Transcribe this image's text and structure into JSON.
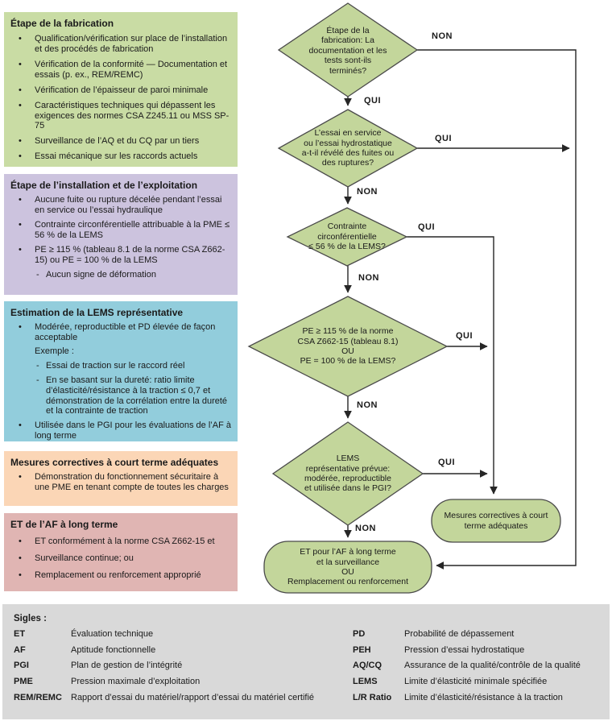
{
  "glyphs": {
    "bullet": "•",
    "dash": "-"
  },
  "colors": {
    "panel_green": "#C9DCA4",
    "panel_purple": "#CCC3DE",
    "panel_blue": "#92CDDC",
    "panel_orange": "#FBD6B6",
    "panel_pink": "#E0B5B3",
    "shape_green": "#C3D69B",
    "legend_gray": "#D9D9D9",
    "line": "#262626"
  },
  "panels": [
    {
      "header": "Étape de la fabrication",
      "items": [
        {
          "text": "Qualification/vérification sur place de l’installation et des procédés de fabrication"
        },
        {
          "text": "Vérification de la conformité — Documentation et essais (p. ex., REM/REMC)"
        },
        {
          "text": "Vérification de l’épaisseur de paroi minimale"
        },
        {
          "text": "Caractéristiques techniques qui dépassent les exigences des normes CSA Z245.11 ou MSS SP-75"
        },
        {
          "text": "Surveillance de l’AQ et du CQ par un tiers"
        },
        {
          "text": "Essai mécanique sur les raccords actuels"
        }
      ]
    },
    {
      "header": "Étape de l’installation et de l’exploitation",
      "items": [
        {
          "text": "Aucune fuite ou rupture décelée pendant l’essai en service ou l’essai hydraulique"
        },
        {
          "text": "Contrainte circonférentielle attribuable à la PME ≤ 56 % de la LEMS"
        },
        {
          "text": "PE ≥ 115 % (tableau 8.1 de la norme CSA Z662-15) ou PE = 100 % de la LEMS"
        },
        {
          "text": "Aucun signe de déformation"
        }
      ]
    },
    {
      "header": "Estimation de la LEMS représentative",
      "items": [
        {
          "text": "Modérée, reproductible et PD élevée de façon acceptable"
        },
        {
          "text": "Exemple :"
        },
        {
          "text": "Essai de traction sur le raccord réel"
        },
        {
          "text": "En se basant sur la dureté: ratio limite d’élasticité/résistance à la traction ≤ 0,7 et démonstration de la corrélation entre la dureté et la contrainte de traction"
        },
        {
          "text": "Utilisée dans le PGI pour les évaluations de l’AF à long terme"
        }
      ]
    },
    {
      "header": "Mesures correctives à court terme adéquates",
      "items": [
        {
          "text": "Démonstration du fonctionnement sécuritaire à une PME en tenant compte de toutes les charges"
        }
      ]
    },
    {
      "header": "ET de l’AF à long terme",
      "items": [
        {
          "text": "ET conformément à la norme CSA Z662-15 et"
        },
        {
          "text": "Surveillance continue; ou"
        },
        {
          "text": "Remplacement ou renforcement approprié"
        }
      ]
    }
  ],
  "flowchart": {
    "yes_label": "QUI",
    "no_label": "NON",
    "d1": "Étape de la\nfabrication: La\ndocumentation et les\ntests sont-ils\nterminés?",
    "d2": "L’essai en service\nou l’essai hydrostatique\na-t-il révélé des fuites ou\ndes ruptures?",
    "d3": "Contrainte\ncirconférentielle\n≤ 56 % de la LEMS?",
    "d4": "PE ≥ 115 % de la norme\nCSA Z662-15 (tableau 8.1)\nOU\nPE = 100 % de la LEMS?",
    "d5": "LEMS\nreprésentative prévue:\nmodérée, reproductible\net utilisée dans le PGI?",
    "end_short_term": "Mesures correctives à court\nterme adéquates",
    "end_long_term": "ET pour l’AF à long terme\net la surveillance\nOU\nRemplacement ou renforcement"
  },
  "sigles": {
    "title": "Sigles :",
    "rows": [
      {
        "a1": "ET",
        "d1": "Évaluation technique",
        "a2": "PD",
        "d2": "Probabilité de dépassement"
      },
      {
        "a1": "AF",
        "d1": "Aptitude fonctionnelle",
        "a2": "PEH",
        "d2": "Pression d’essai hydrostatique"
      },
      {
        "a1": "PGI",
        "d1": "Plan de gestion de l’intégrité",
        "a2": "AQ/CQ",
        "d2": "Assurance de la qualité/contrôle de la qualité"
      },
      {
        "a1": "PME",
        "d1": "Pression maximale d’exploitation",
        "a2": "LEMS",
        "d2": "Limite d’élasticité minimale spécifiée"
      },
      {
        "a1": "REM/REMC",
        "d1": "Rapport d’essai du matériel/rapport d’essai du matériel certifié",
        "a2": "L/R Ratio",
        "d2": "Limite d’élasticité/résistance à la traction"
      }
    ]
  }
}
